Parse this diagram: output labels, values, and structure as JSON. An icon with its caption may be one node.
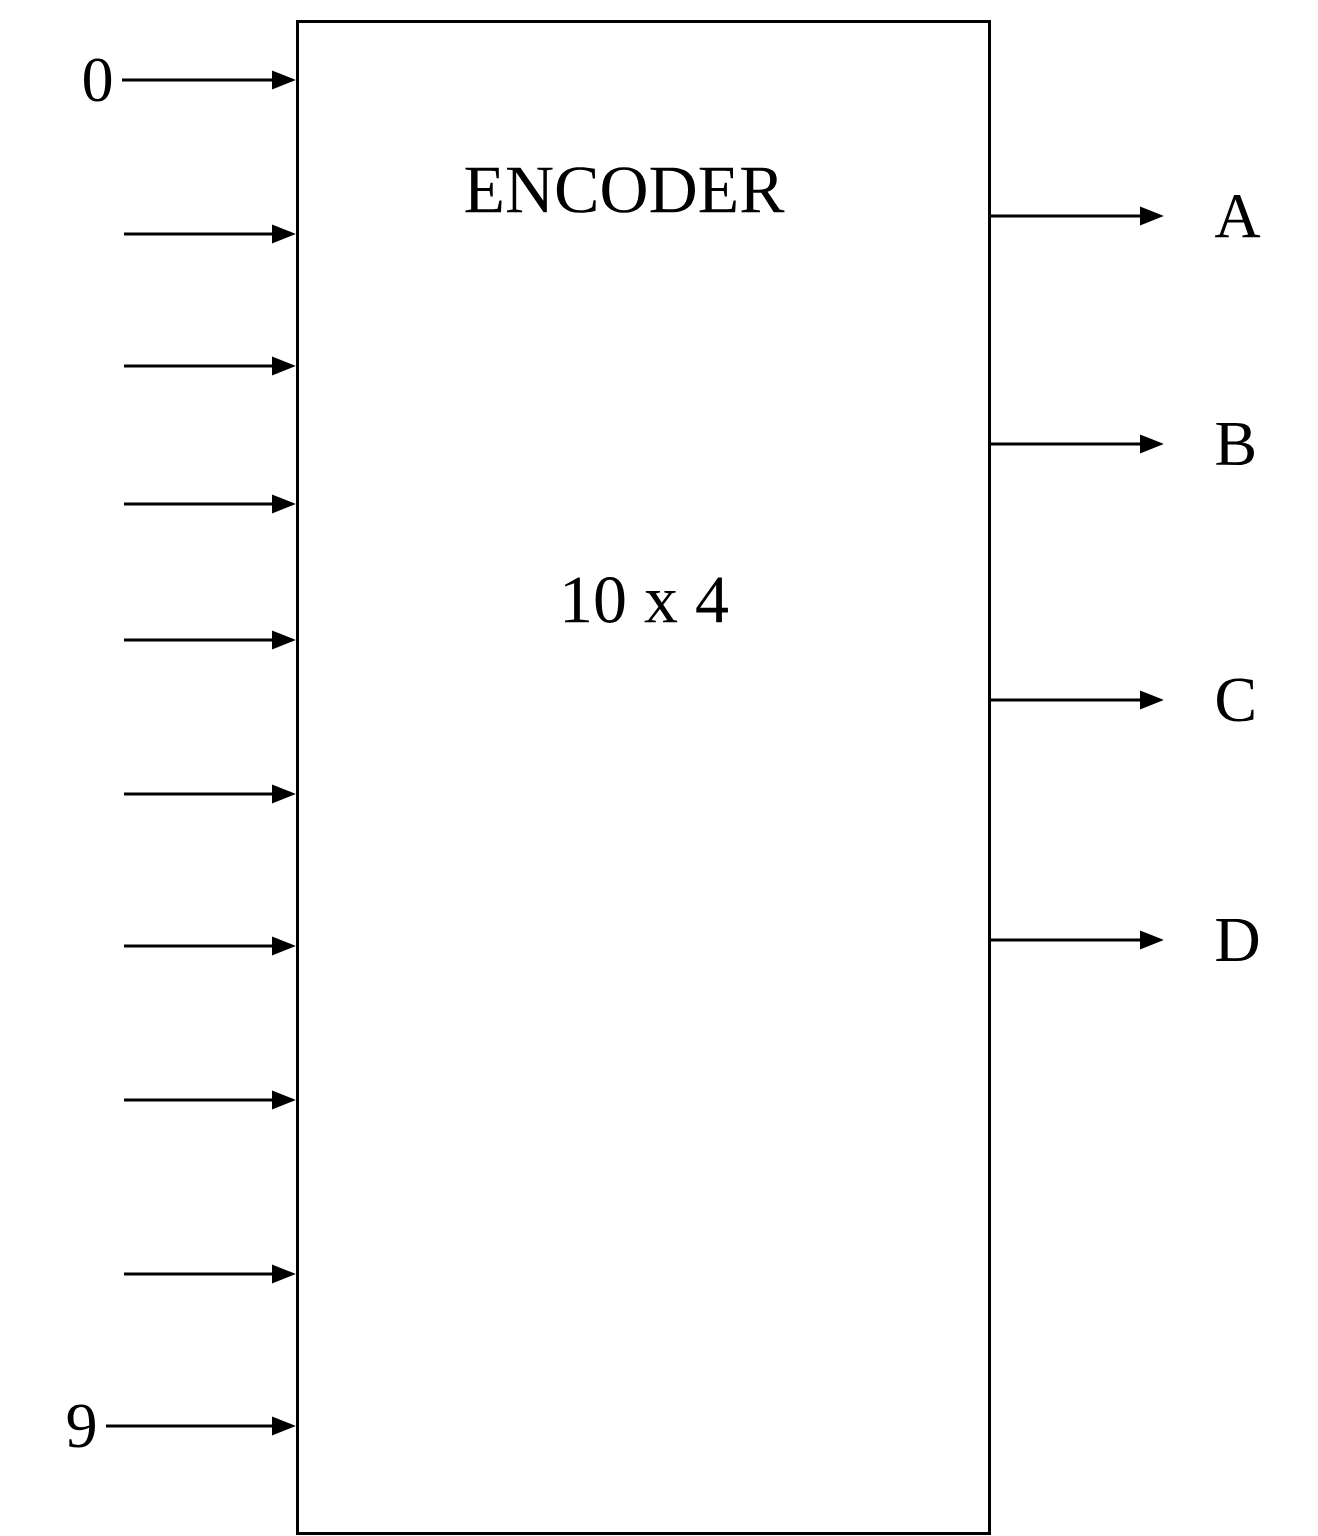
{
  "diagram": {
    "nodes": [
      {
        "text": [
          "ENCODER",
          "10 x 4"
        ]
      },
      {
        "text": [
          "0"
        ]
      },
      {
        "text": [
          "9"
        ]
      },
      {
        "text": [
          "A"
        ]
      },
      {
        "text": [
          "B"
        ]
      },
      {
        "text": [
          "C"
        ]
      },
      {
        "text": [
          "D"
        ]
      }
    ],
    "edges": [
      {
        "from": 1,
        "to": 0,
        "arrow": "to"
      },
      {
        "from": null,
        "to": 0,
        "arrow": "to"
      },
      {
        "from": null,
        "to": 0,
        "arrow": "to"
      },
      {
        "from": null,
        "to": 0,
        "arrow": "to"
      },
      {
        "from": null,
        "to": 0,
        "arrow": "to"
      },
      {
        "from": null,
        "to": 0,
        "arrow": "to"
      },
      {
        "from": null,
        "to": 0,
        "arrow": "to"
      },
      {
        "from": null,
        "to": 0,
        "arrow": "to"
      },
      {
        "from": null,
        "to": 0,
        "arrow": "to"
      },
      {
        "from": 2,
        "to": 0,
        "arrow": "to"
      },
      {
        "from": 0,
        "to": 3,
        "arrow": "to"
      },
      {
        "from": 0,
        "to": 4,
        "arrow": "to"
      },
      {
        "from": 0,
        "to": 5,
        "arrow": "to"
      },
      {
        "from": 0,
        "to": 6,
        "arrow": "to"
      }
    ]
  }
}
